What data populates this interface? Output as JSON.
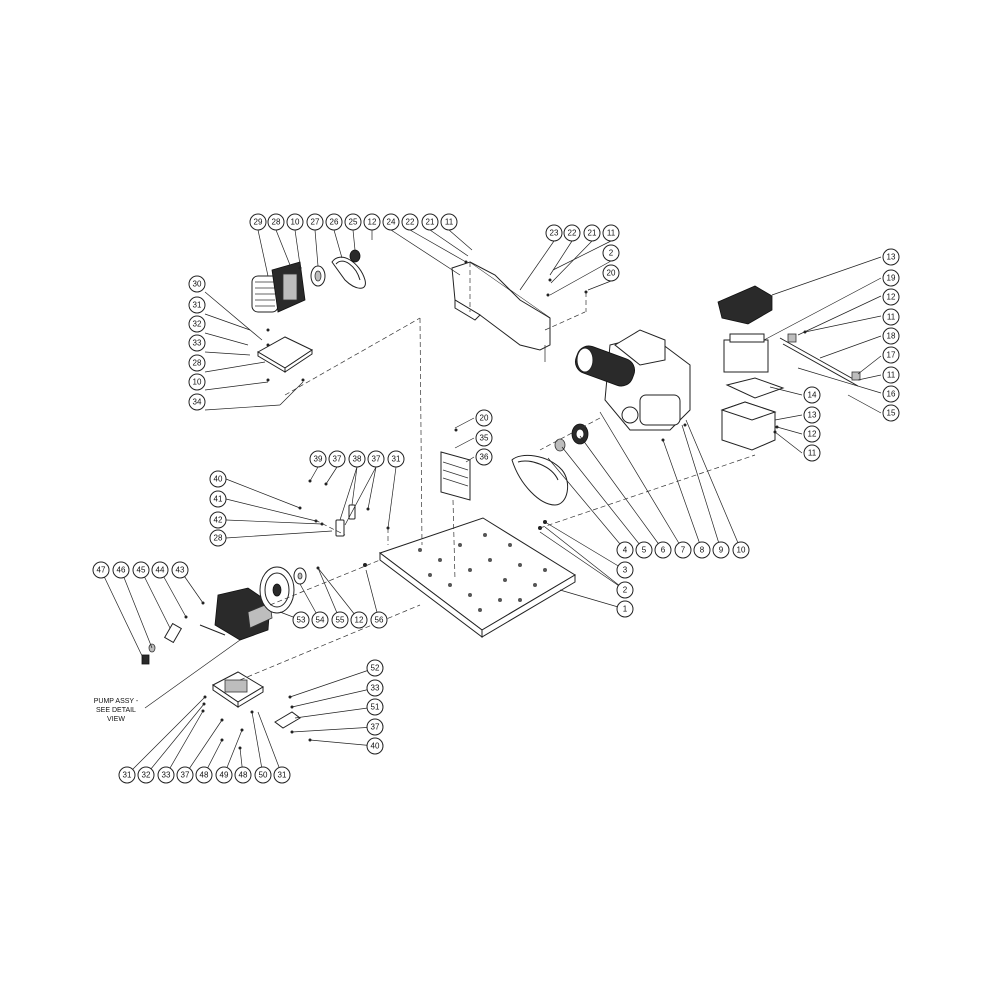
{
  "diagram": {
    "note": [
      "PUMP ASSY -",
      "SEE DETAIL",
      "VIEW"
    ],
    "callouts": {
      "top_motor": [
        "29",
        "28",
        "10",
        "27",
        "26",
        "25",
        "12",
        "24",
        "22",
        "21",
        "11"
      ],
      "shroud_right": [
        "23",
        "22",
        "21",
        "11",
        "2",
        "20"
      ],
      "left_column": [
        "30",
        "31",
        "32",
        "33",
        "28",
        "10",
        "34"
      ],
      "right_column": [
        "13",
        "19",
        "12",
        "11",
        "18",
        "17",
        "11",
        "16",
        "15",
        "14",
        "13",
        "12",
        "11"
      ],
      "center_bracket": [
        "20",
        "35",
        "36"
      ],
      "left_hardware": [
        "39",
        "37",
        "38",
        "37",
        "31"
      ],
      "left_bolts": [
        "40",
        "41",
        "42",
        "28"
      ],
      "engine_bottom": [
        "4",
        "5",
        "6",
        "7",
        "8",
        "9",
        "10"
      ],
      "base_right": [
        "3",
        "2",
        "1"
      ],
      "pump_top": [
        "47",
        "46",
        "45",
        "44",
        "43"
      ],
      "pulley": [
        "53",
        "54",
        "55",
        "12",
        "56"
      ],
      "pump_base_right": [
        "52",
        "33",
        "51",
        "37",
        "40"
      ],
      "pump_base_bottom": [
        "31",
        "32",
        "33",
        "37",
        "48",
        "49",
        "48",
        "50",
        "31"
      ]
    }
  }
}
